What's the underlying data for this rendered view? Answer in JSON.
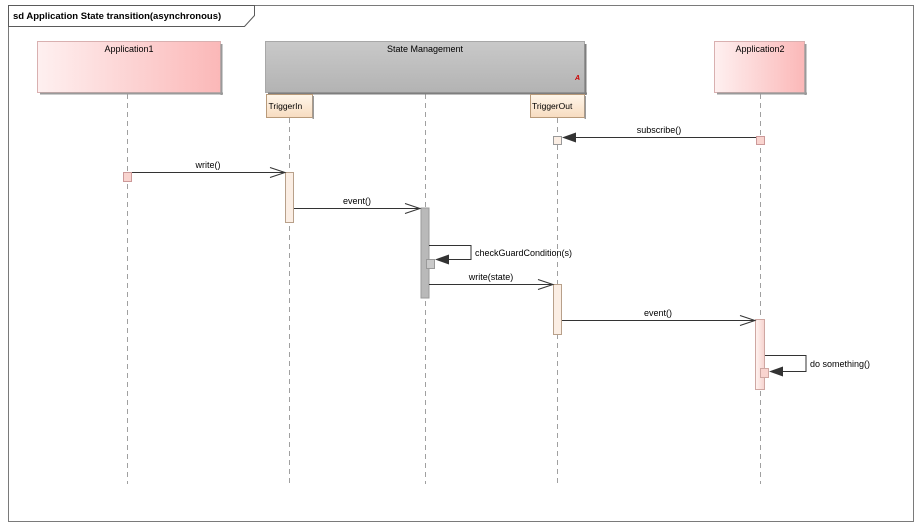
{
  "frame": {
    "title": "sd Application State transition(asynchronous)"
  },
  "lifelines": {
    "application1": "Application1",
    "state_management": "State Management",
    "state_management_marker": "A",
    "trigger_in": "TriggerIn",
    "trigger_out": "TriggerOut",
    "application2": "Application2"
  },
  "messages": {
    "subscribe": "subscribe()",
    "write": "write()",
    "event1": "event()",
    "check_guard": "checkGuardCondition(s)",
    "write_state": "write(state)",
    "event2": "event()",
    "do_something": "do something()"
  },
  "colors": {
    "actor_fill_light": "#fdeaea",
    "actor_fill_dark": "#fbbcbc",
    "state_mgmt_fill": "#bdbdbd",
    "port_fill": "#fcecd8",
    "activation_light": "#fbeee4",
    "activation_gray": "#b9b9b9",
    "lifeline": "#9c9c9c",
    "marker_red": "#cc0000"
  }
}
